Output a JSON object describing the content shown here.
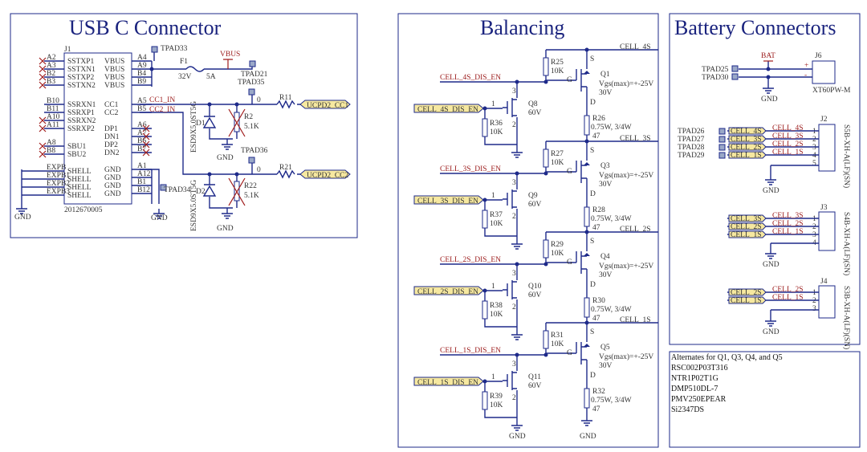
{
  "titles": {
    "usb": "USB C Connector",
    "balancing": "Balancing",
    "battery": "Battery Connectors"
  },
  "usb": {
    "ref": "J1",
    "part": "2012670005",
    "left_pins": [
      {
        "num": "A2",
        "name": "SSTXP1"
      },
      {
        "num": "A3",
        "name": "SSTXN1"
      },
      {
        "num": "B2",
        "name": "SSTXP2"
      },
      {
        "num": "B3",
        "name": "SSTXN2"
      },
      {
        "num": "B10",
        "name": "SSRXN1"
      },
      {
        "num": "B11",
        "name": "SSRXP1"
      },
      {
        "num": "A10",
        "name": "SSRXN2"
      },
      {
        "num": "A11",
        "name": "SSRXP2"
      },
      {
        "num": "A8",
        "name": "SBU1"
      },
      {
        "num": "B8",
        "name": "SBU2"
      },
      {
        "num": "EXPB",
        "name": "SHELL"
      },
      {
        "num": "EXPB1",
        "name": "SHELL"
      },
      {
        "num": "EXPB2",
        "name": "SHELL"
      },
      {
        "num": "EXPB3",
        "name": "SHELL"
      }
    ],
    "right_pins": [
      {
        "num": "A4",
        "name": "VBUS"
      },
      {
        "num": "A9",
        "name": "VBUS"
      },
      {
        "num": "B4",
        "name": "VBUS"
      },
      {
        "num": "B9",
        "name": "VBUS"
      },
      {
        "num": "A5",
        "name": "CC1"
      },
      {
        "num": "B5",
        "name": "CC2"
      },
      {
        "num": "A6",
        "name": "DP1"
      },
      {
        "num": "A7",
        "name": "DN1"
      },
      {
        "num": "B6",
        "name": "DP2"
      },
      {
        "num": "B7",
        "name": "DN2"
      },
      {
        "num": "A1",
        "name": "GND"
      },
      {
        "num": "A12",
        "name": "GND"
      },
      {
        "num": "B1",
        "name": "GND"
      },
      {
        "num": "B12",
        "name": "GND"
      }
    ],
    "fuse": {
      "ref": "F1",
      "rating": "32V",
      "current": "5A"
    },
    "vbus": "VBUS",
    "tpads": [
      "TPAD33",
      "TPAD21",
      "TPAD35",
      "TPAD36",
      "TPAD34"
    ],
    "cc1_in": "CC1_IN",
    "cc2_in": "CC2_IN",
    "d1": "D1",
    "d2": "D2",
    "diode_part": "ESD9X5.0ST5G",
    "r2": "R2",
    "r2_val": "5.1K",
    "r22": "R22",
    "r22_val": "5.1K",
    "r11": "R11",
    "r21": "R21",
    "zero": "0",
    "ucpd_cc1": "UCPD2_CC1",
    "ucpd_cc2": "UCPD2_CC2",
    "gnd": "GND"
  },
  "balancing": {
    "cells": [
      {
        "cell": "CELL_4S",
        "dis": "CELL_4S_DIS_EN",
        "rtop": "R25",
        "fet": "Q1",
        "nfet": "Q8",
        "rgate": "R36",
        "rload": "R26"
      },
      {
        "cell": "CELL_3S",
        "dis": "CELL_3S_DIS_EN",
        "rtop": "R27",
        "fet": "Q3",
        "nfet": "Q9",
        "rgate": "R37",
        "rload": "R28"
      },
      {
        "cell": "CELL_2S",
        "dis": "CELL_2S_DIS_EN",
        "rtop": "R29",
        "fet": "Q4",
        "nfet": "Q10",
        "rgate": "R38",
        "rload": "R30"
      },
      {
        "cell": "CELL_1S",
        "dis": "CELL_1S_DIS_EN",
        "rtop": "R31",
        "fet": "Q5",
        "nfet": "Q11",
        "rgate": "R39",
        "rload": "R32"
      }
    ],
    "r10k": "10K",
    "vgs": "Vgs(max)=+-25V",
    "v30": "30V",
    "v60": "60V",
    "rload_spec": "0.75W, 3/4W",
    "rload_val": "47",
    "gnd": "GND"
  },
  "battery": {
    "j6": "J6",
    "j6_part": "XT60PW-M",
    "bat": "BAT",
    "tpad25": "TPAD25",
    "tpad30": "TPAD30",
    "j2": "J2",
    "j2_part": "S5B-XH-A(LF)(SN)",
    "j2_pads": [
      "TPAD26",
      "TPAD27",
      "TPAD28",
      "TPAD29"
    ],
    "j2_nets": [
      "CELL_4S",
      "CELL_3S",
      "CELL_2S",
      "CELL_1S"
    ],
    "j3": "J3",
    "j3_part": "S4B-XH-A(LF)(SN)",
    "j3_nets": [
      "CELL_3S",
      "CELL_2S",
      "CELL_1S"
    ],
    "j4": "J4",
    "j4_part": "S3B-XH-A(LF)(SN)",
    "j4_nets": [
      "CELL_2S",
      "CELL_1S"
    ],
    "gnd": "GND"
  },
  "alternates": {
    "heading": "Alternates for Q1, Q3, Q4, and Q5",
    "parts": [
      "RSC002P03T316",
      "NTR1P02T1G",
      "DMP510DL-7",
      "PMV250EPEAR",
      "Si2347DS"
    ]
  }
}
